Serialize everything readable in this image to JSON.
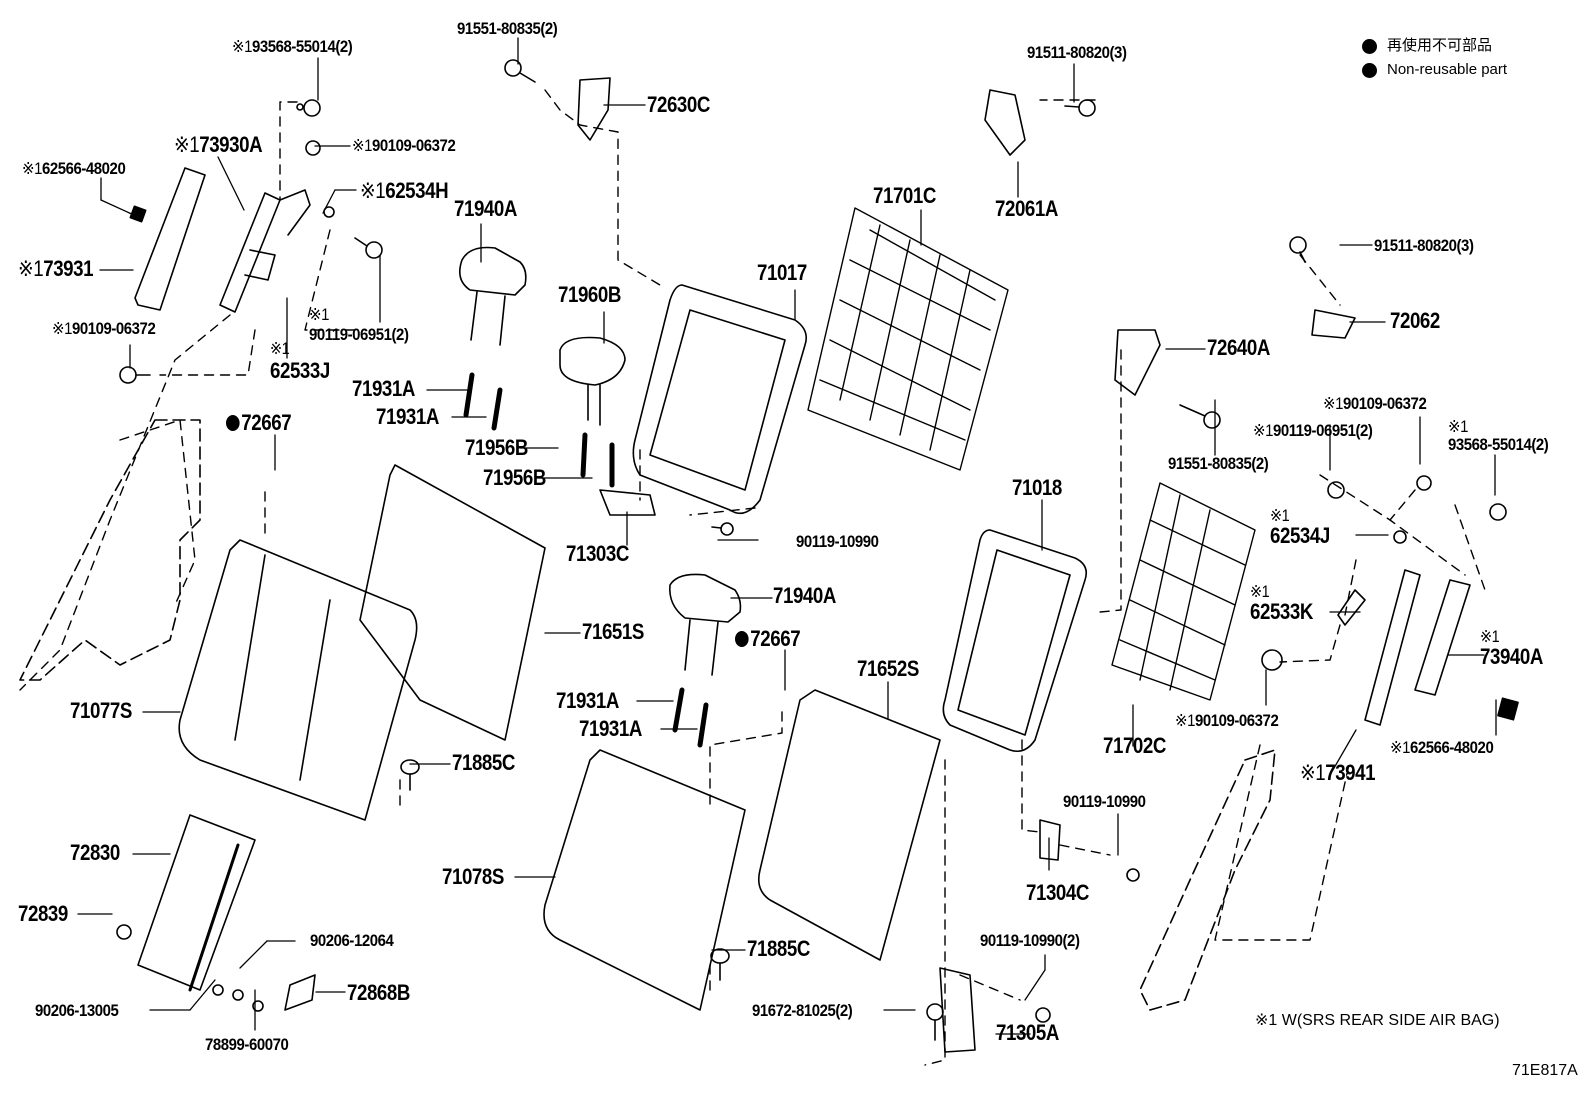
{
  "legend": {
    "items": [
      {
        "icon": "filled-circle-icon",
        "label": "再使用不可部品"
      },
      {
        "icon": "filled-circle-icon",
        "label": "Non-reusable part"
      }
    ]
  },
  "footnote": "※1 W(SRS REAR SIDE AIR BAG)",
  "illustration_code": "71E817A",
  "marker_symbol": "※1",
  "non_reusable_symbol": "●",
  "parts": [
    {
      "id": "p01",
      "number": "93568-55014(2)",
      "prefix": "※1"
    },
    {
      "id": "p02",
      "number": "91551-80835(2)",
      "prefix": ""
    },
    {
      "id": "p03",
      "number": "72630C",
      "prefix": ""
    },
    {
      "id": "p04",
      "number": "91511-80820(3)",
      "prefix": ""
    },
    {
      "id": "p05",
      "number": "73930A",
      "prefix": "※1"
    },
    {
      "id": "p06",
      "number": "90109-06372",
      "prefix": "※1"
    },
    {
      "id": "p07",
      "number": "62566-48020",
      "prefix": "※1"
    },
    {
      "id": "p08",
      "number": "62534H",
      "prefix": "※1"
    },
    {
      "id": "p09",
      "number": "71940A",
      "prefix": ""
    },
    {
      "id": "p10",
      "number": "71701C",
      "prefix": ""
    },
    {
      "id": "p11",
      "number": "72061A",
      "prefix": ""
    },
    {
      "id": "p12",
      "number": "73931",
      "prefix": "※1"
    },
    {
      "id": "p13",
      "number": "71017",
      "prefix": ""
    },
    {
      "id": "p14",
      "number": "91511-80820(3)",
      "prefix": ""
    },
    {
      "id": "p15",
      "number": "90119-06951(2)",
      "prefix": "※1"
    },
    {
      "id": "p16",
      "number": "71960B",
      "prefix": ""
    },
    {
      "id": "p17",
      "number": "72062",
      "prefix": ""
    },
    {
      "id": "p18",
      "number": "90109-06372",
      "prefix": "※1"
    },
    {
      "id": "p19",
      "number": "62533J",
      "prefix": "※1"
    },
    {
      "id": "p20",
      "number": "72640A",
      "prefix": ""
    },
    {
      "id": "p21",
      "number": "71931A",
      "prefix": ""
    },
    {
      "id": "p22",
      "number": "71931A",
      "prefix": ""
    },
    {
      "id": "p23",
      "number": "72667",
      "prefix": "●"
    },
    {
      "id": "p24",
      "number": "90109-06372",
      "prefix": "※1"
    },
    {
      "id": "p25",
      "number": "90119-06951(2)",
      "prefix": "※1"
    },
    {
      "id": "p26",
      "number": "93568-55014(2)",
      "prefix": "※1"
    },
    {
      "id": "p27",
      "number": "71956B",
      "prefix": ""
    },
    {
      "id": "p28",
      "number": "71956B",
      "prefix": ""
    },
    {
      "id": "p29",
      "number": "91551-80835(2)",
      "prefix": ""
    },
    {
      "id": "p30",
      "number": "71018",
      "prefix": ""
    },
    {
      "id": "p31",
      "number": "62534J",
      "prefix": "※1"
    },
    {
      "id": "p32",
      "number": "71303C",
      "prefix": ""
    },
    {
      "id": "p33",
      "number": "90119-10990",
      "prefix": ""
    },
    {
      "id": "p34",
      "number": "62533K",
      "prefix": "※1"
    },
    {
      "id": "p35",
      "number": "71940A",
      "prefix": ""
    },
    {
      "id": "p36",
      "number": "71651S",
      "prefix": ""
    },
    {
      "id": "p37",
      "number": "72667",
      "prefix": "●"
    },
    {
      "id": "p38",
      "number": "73940A",
      "prefix": "※1"
    },
    {
      "id": "p39",
      "number": "71931A",
      "prefix": ""
    },
    {
      "id": "p40",
      "number": "71652S",
      "prefix": ""
    },
    {
      "id": "p41",
      "number": "71077S",
      "prefix": ""
    },
    {
      "id": "p42",
      "number": "71931A",
      "prefix": ""
    },
    {
      "id": "p43",
      "number": "71702C",
      "prefix": ""
    },
    {
      "id": "p44",
      "number": "90109-06372",
      "prefix": "※1"
    },
    {
      "id": "p45",
      "number": "62566-48020",
      "prefix": "※1"
    },
    {
      "id": "p46",
      "number": "71885C",
      "prefix": ""
    },
    {
      "id": "p47",
      "number": "73941",
      "prefix": "※1"
    },
    {
      "id": "p48",
      "number": "90119-10990",
      "prefix": ""
    },
    {
      "id": "p49",
      "number": "72830",
      "prefix": ""
    },
    {
      "id": "p50",
      "number": "71078S",
      "prefix": ""
    },
    {
      "id": "p51",
      "number": "71304C",
      "prefix": ""
    },
    {
      "id": "p52",
      "number": "72839",
      "prefix": ""
    },
    {
      "id": "p53",
      "number": "90206-12064",
      "prefix": ""
    },
    {
      "id": "p54",
      "number": "90119-10990(2)",
      "prefix": ""
    },
    {
      "id": "p55",
      "number": "71885C",
      "prefix": ""
    },
    {
      "id": "p56",
      "number": "72868B",
      "prefix": ""
    },
    {
      "id": "p57",
      "number": "90206-13005",
      "prefix": ""
    },
    {
      "id": "p58",
      "number": "91672-81025(2)",
      "prefix": ""
    },
    {
      "id": "p59",
      "number": "71305A",
      "prefix": ""
    },
    {
      "id": "p60",
      "number": "78899-60070",
      "prefix": ""
    }
  ]
}
